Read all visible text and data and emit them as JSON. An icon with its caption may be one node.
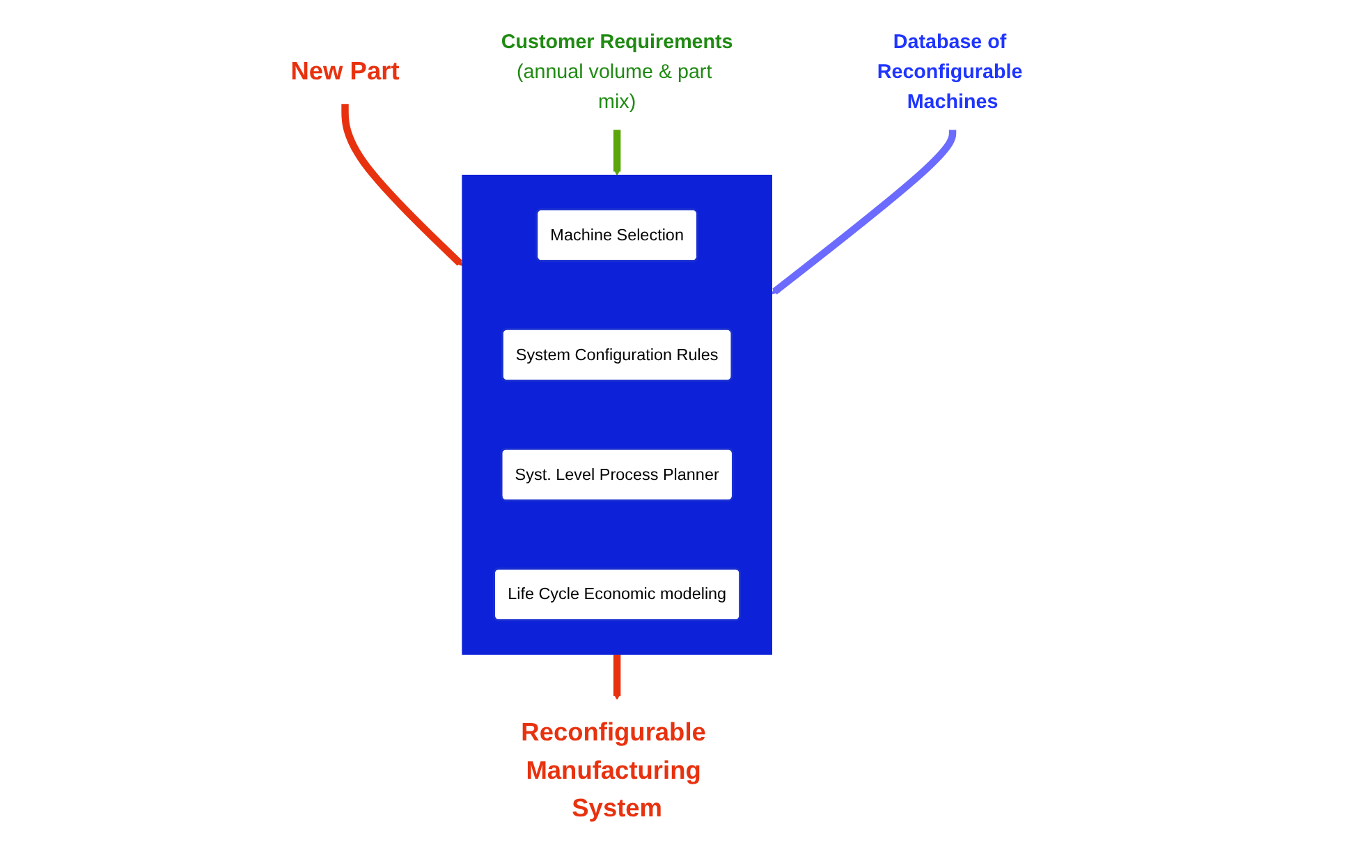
{
  "diagram": {
    "nodes": [
      {
        "text": [
          "New Part"
        ]
      },
      {
        "text": [
          "Customer Requirements",
          "(annual volume & part mix)"
        ]
      },
      {
        "text": [
          "Database of Reconfigurable Machines"
        ]
      },
      {
        "text": [],
        "shape": "box"
      },
      {
        "text": [
          "Machine Selection"
        ],
        "in": 3
      },
      {
        "text": [
          "System Configuration Rules"
        ],
        "in": 3
      },
      {
        "text": [
          "Syst. Level Process Planner"
        ],
        "in": 3
      },
      {
        "text": [
          "Life Cycle Economic modeling"
        ],
        "in": 3
      },
      {
        "text": [
          "Reconfigurable Manufacturing System"
        ]
      }
    ],
    "edges": [
      {
        "from": 0,
        "to": 3,
        "arrow": "to",
        "color": "#e8320f"
      },
      {
        "from": 1,
        "to": 3,
        "arrow": "to",
        "color": "#5aa50a"
      },
      {
        "from": 2,
        "to": 3,
        "arrow": "to",
        "color": "#6b6bff"
      },
      {
        "from": 3,
        "to": 8,
        "arrow": "to",
        "color": "#e8320f"
      }
    ]
  }
}
